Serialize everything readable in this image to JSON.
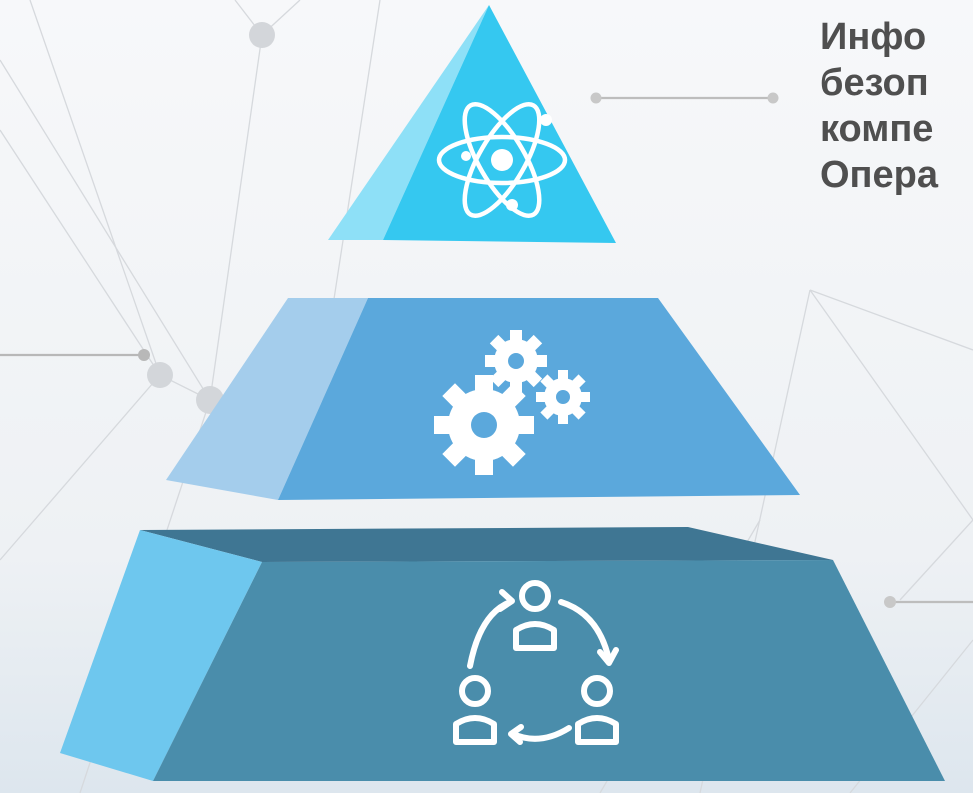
{
  "caption": {
    "lines": [
      "Инфо",
      "безоп",
      "компе",
      "Опера"
    ]
  },
  "tiers": [
    {
      "name": "top",
      "icon": "atom-icon"
    },
    {
      "name": "middle",
      "icon": "gears-icon"
    },
    {
      "name": "bottom",
      "icon": "team-cycle-icon"
    }
  ],
  "colors": {
    "top_front": "#35c8f0",
    "top_side": "#8ee0f7",
    "middle_front": "#5ba8dc",
    "middle_side": "#a4cdec",
    "bottom_front": "#4a8dab",
    "bottom_side": "#6ec7ee",
    "bottom_top": "#3f7693",
    "connector": "#c2c2c2",
    "text": "#4f4f4f"
  }
}
